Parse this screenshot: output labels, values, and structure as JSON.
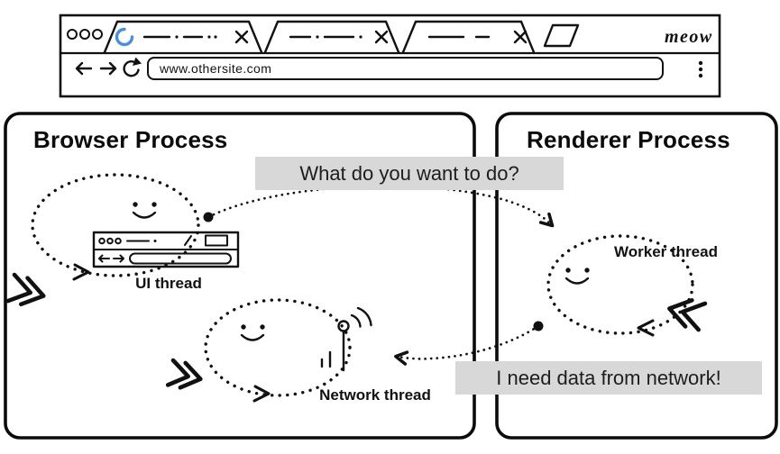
{
  "browser_chrome": {
    "brand": "meow",
    "url": "www.othersite.com",
    "icons": {
      "window_controls": "window-control-dots",
      "tab_loading": "spinner",
      "tab_close": "close-x",
      "new_tab": "new-tab-button",
      "back": "back-arrow",
      "forward": "forward-arrow",
      "reload": "reload-arrow",
      "menu": "kebab-menu-dots"
    }
  },
  "browser_process": {
    "title": "Browser Process",
    "threads": [
      {
        "label": "UI thread",
        "icon": "mini-browser-toolbar"
      },
      {
        "label": "Network thread",
        "icon": "antenna-signal"
      }
    ]
  },
  "renderer_process": {
    "title": "Renderer Process",
    "threads": [
      {
        "label": "Worker thread",
        "icon": "smiley-loop"
      }
    ]
  },
  "speech_bubbles": [
    {
      "text": "What do you want to do?",
      "from": "UI thread",
      "to": "Worker thread"
    },
    {
      "text": "I need data from network!",
      "from": "Worker thread",
      "to": "Network thread"
    }
  ],
  "colors": {
    "ink": "#111111",
    "accent_blue": "#4a90d9",
    "bubble_bg": "#d8d8d8",
    "background": "#ffffff"
  }
}
